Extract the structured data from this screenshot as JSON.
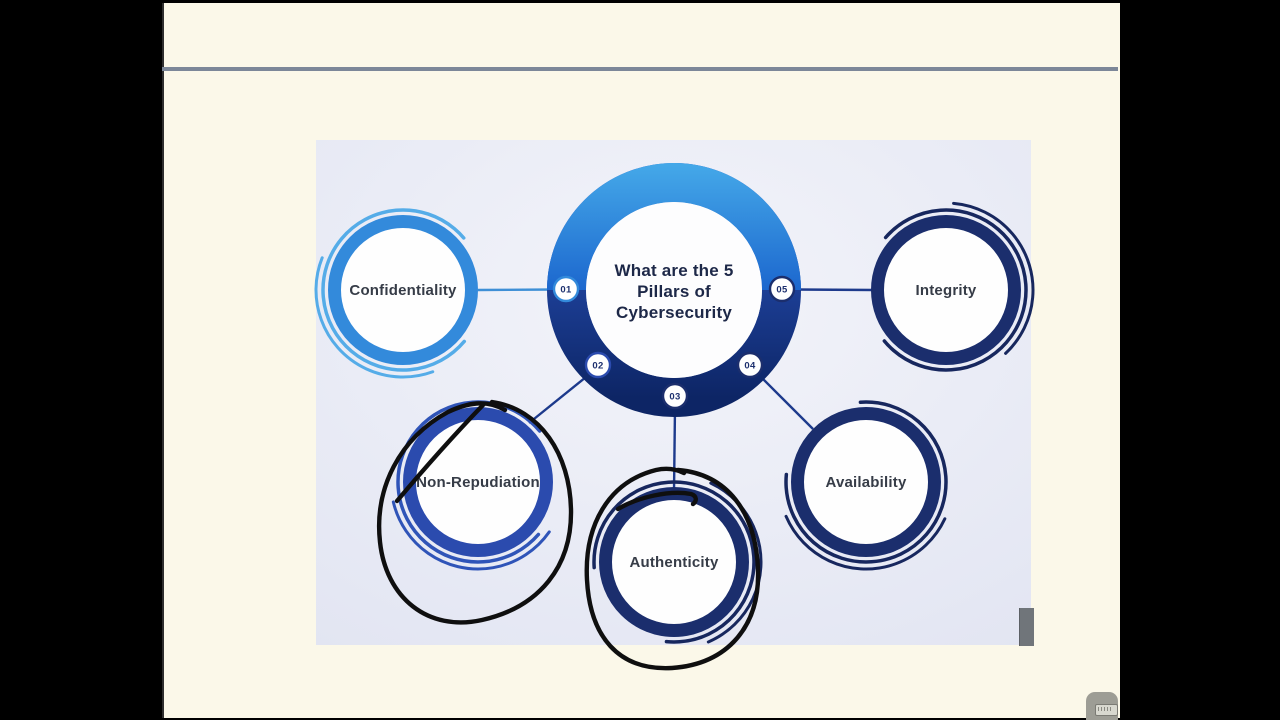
{
  "app": {
    "letterbox_color": "#000000",
    "slide_color": "#fbf8e9",
    "divider_color": "#7c8798"
  },
  "diagram": {
    "title_lines": [
      "What are the 5",
      "Pillars of",
      "Cybersecurity"
    ],
    "title_color": "#1d2848",
    "label_color": "#363c47",
    "number_color": "#1c2f6e",
    "background_center": "#f3f4fa",
    "background_edge": "#e2e5f2",
    "center_colors": {
      "top_half": "#38a0e6",
      "bottom_half": "#122b6b",
      "inner": "#fdfdfe"
    },
    "nodes": [
      {
        "number": "01",
        "label": "Confidentiality",
        "ring_color": "#338adb",
        "arc_color": "#55ace8",
        "connector_color": "#3e8fd6",
        "annotated": false
      },
      {
        "number": "02",
        "label": "Non-Repudiation",
        "ring_color": "#2b4bae",
        "arc_color": "#2f54b8",
        "connector_color": "#1d3a8c",
        "annotated": true
      },
      {
        "number": "03",
        "label": "Authenticity",
        "ring_color": "#1b2e6d",
        "arc_color": "#17275e",
        "connector_color": "#1d3a8c",
        "annotated": true
      },
      {
        "number": "04",
        "label": "Availability",
        "ring_color": "#1b2e6d",
        "arc_color": "#17275e",
        "connector_color": "#1d3a8c",
        "annotated": false
      },
      {
        "number": "05",
        "label": "Integrity",
        "ring_color": "#1b2e6d",
        "arc_color": "#17275e",
        "connector_color": "#1d3a8c",
        "annotated": false
      }
    ],
    "annotations": {
      "color": "#0f0f0f",
      "targets": [
        "Non-Repudiation",
        "Authenticity"
      ]
    }
  },
  "controls": {
    "scrollbar_thumb_color": "#70757a",
    "keyboard_button": {
      "icon": "keyboard-icon",
      "color": "#9d9d95"
    }
  }
}
